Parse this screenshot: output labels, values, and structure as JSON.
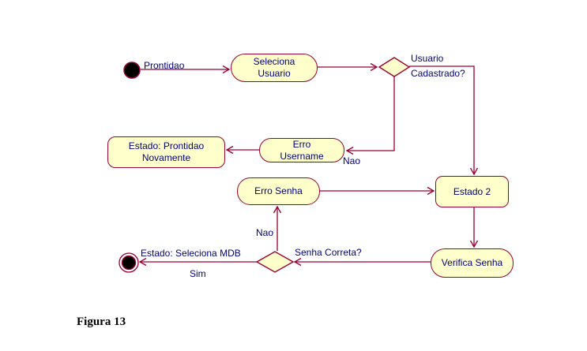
{
  "diagram": {
    "type": "uml-activity-diagram",
    "caption": "Figura 13",
    "colors": {
      "node_fill": "#FFFFCC",
      "node_border": "#990033",
      "connector": "#990033",
      "label_text": "#000080",
      "caption_text": "#000000",
      "state_marker": "#000000"
    },
    "initial_state": {
      "label": "Prontidao"
    },
    "final_state": {
      "label": "Estado: Seleciona MDB"
    },
    "nodes": {
      "seleciona_usuario": {
        "kind": "activity",
        "lines": [
          "Seleciona",
          "Usuario"
        ]
      },
      "estado_prontidao": {
        "kind": "state",
        "lines": [
          "Estado: Prontidao",
          "Novamente"
        ]
      },
      "erro_username": {
        "kind": "activity",
        "lines": [
          "Erro",
          "Username"
        ]
      },
      "erro_senha": {
        "kind": "activity",
        "lines": [
          "Erro Senha"
        ]
      },
      "estado_2": {
        "kind": "state",
        "lines": [
          "Estado 2"
        ]
      },
      "verifica_senha": {
        "kind": "activity",
        "lines": [
          "Verifica Senha"
        ]
      }
    },
    "decisions": {
      "usuario_cadastrado": {
        "lines": [
          "Usuario",
          "Cadastrado?"
        ]
      },
      "senha_correta": {
        "lines": [
          "Senha Correta?"
        ]
      }
    },
    "edge_labels": {
      "nao_username": "Nao",
      "nao_senha": "Nao",
      "sim": "Sim"
    }
  }
}
